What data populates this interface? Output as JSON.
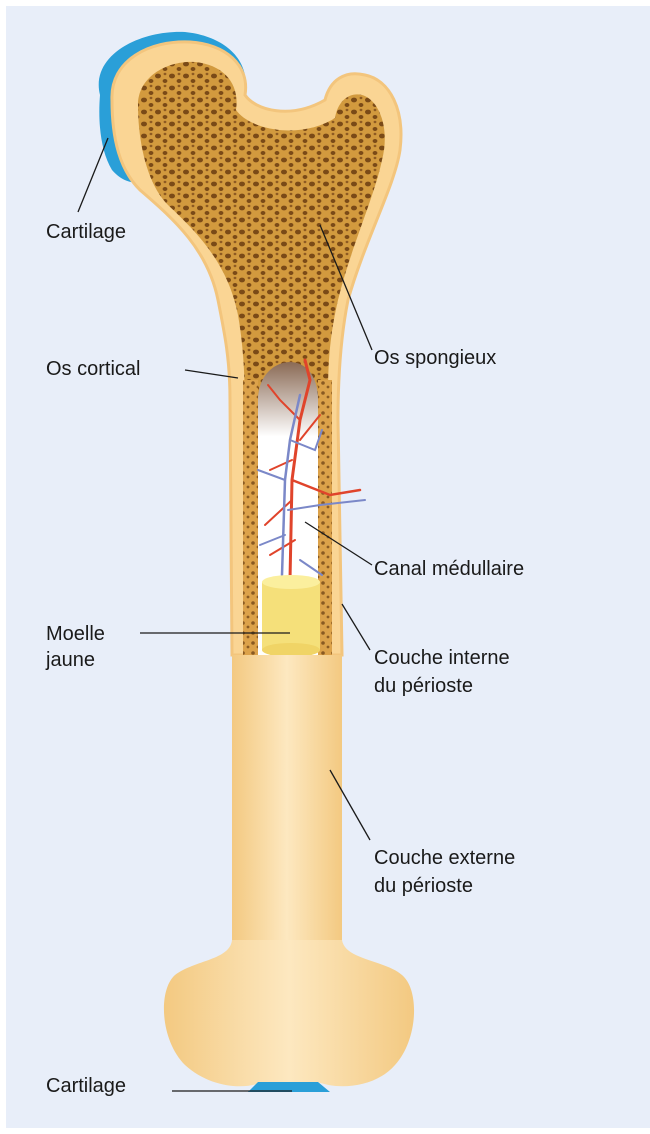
{
  "labels": {
    "cartilage_top": "Cartilage",
    "os_cortical": "Os cortical",
    "moelle_jaune_1": "Moelle",
    "moelle_jaune_2": "jaune",
    "cartilage_bottom": "Cartilage",
    "os_spongieux": "Os spongieux",
    "canal_medullaire": "Canal médullaire",
    "couche_interne_1": "Couche interne",
    "couche_interne_2": "du périoste",
    "couche_externe_1": "Couche externe",
    "couche_externe_2": "du périoste"
  },
  "colors": {
    "background": "#e8eef9",
    "bone_outer": "#f8d48e",
    "bone_shaft": "#fbdb9c",
    "spongy": "#d49a3c",
    "spongy_holes": "#7a4a17",
    "cartilage": "#2a9fd8",
    "marrow": "#f5e27a",
    "artery": "#e0442b",
    "vein": "#7b88c8",
    "leader_line": "#1a1a1a"
  }
}
